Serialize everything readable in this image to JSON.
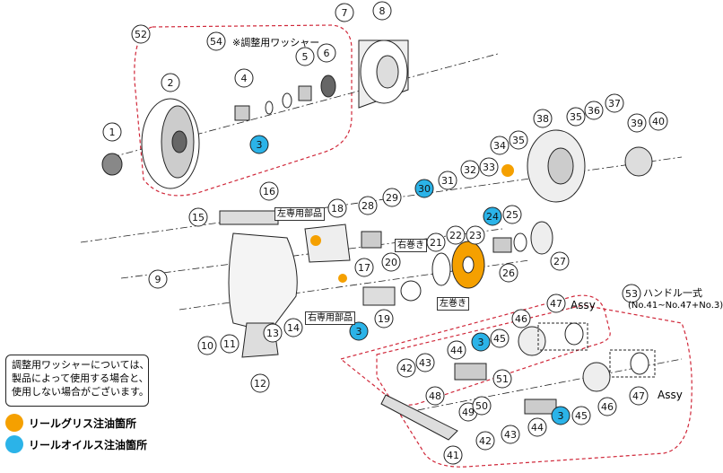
{
  "colors": {
    "grease": "#f5a000",
    "oil": "#2bb3e8",
    "line": "#d0283a",
    "ink": "#222222"
  },
  "labels": {
    "washer_note": "※調整用ワッシャー",
    "left_only": "左専用部品",
    "right_only": "右専用部品",
    "right_hand": "右巻き",
    "left_hand": "左巻き",
    "handle_set": "ハンドル一式",
    "handle_range": "(No.41~No.47+No.3)",
    "assy": "Assy",
    "note_lines": [
      "調整用ワッシャーについては、",
      "製品によって使用する場合と、",
      "使用しない場合がございます。"
    ],
    "legend_grease": "リールグリス注油箇所",
    "legend_oil": "リールオイルス注油箇所"
  },
  "parts": [
    {
      "n": "1",
      "type": "normal"
    },
    {
      "n": "2",
      "type": "normal"
    },
    {
      "n": "3",
      "type": "oil"
    },
    {
      "n": "4",
      "type": "normal"
    },
    {
      "n": "5",
      "type": "normal"
    },
    {
      "n": "6",
      "type": "normal"
    },
    {
      "n": "7",
      "type": "normal"
    },
    {
      "n": "8",
      "type": "normal"
    },
    {
      "n": "9",
      "type": "normal"
    },
    {
      "n": "10",
      "type": "normal"
    },
    {
      "n": "11",
      "type": "normal"
    },
    {
      "n": "12",
      "type": "normal"
    },
    {
      "n": "13",
      "type": "normal"
    },
    {
      "n": "14",
      "type": "normal"
    },
    {
      "n": "15",
      "type": "normal"
    },
    {
      "n": "16",
      "type": "normal"
    },
    {
      "n": "17",
      "type": "normal"
    },
    {
      "n": "18",
      "type": "normal"
    },
    {
      "n": "19",
      "type": "normal"
    },
    {
      "n": "20",
      "type": "normal"
    },
    {
      "n": "21",
      "type": "normal"
    },
    {
      "n": "22",
      "type": "normal"
    },
    {
      "n": "23",
      "type": "normal"
    },
    {
      "n": "24",
      "type": "oil"
    },
    {
      "n": "25",
      "type": "normal"
    },
    {
      "n": "26",
      "type": "normal"
    },
    {
      "n": "27",
      "type": "normal"
    },
    {
      "n": "28",
      "type": "normal"
    },
    {
      "n": "29",
      "type": "normal"
    },
    {
      "n": "30",
      "type": "oil"
    },
    {
      "n": "31",
      "type": "normal"
    },
    {
      "n": "32",
      "type": "normal"
    },
    {
      "n": "33",
      "type": "normal"
    },
    {
      "n": "34",
      "type": "normal"
    },
    {
      "n": "35",
      "type": "normal"
    },
    {
      "n": "35",
      "type": "normal"
    },
    {
      "n": "36",
      "type": "normal"
    },
    {
      "n": "37",
      "type": "normal"
    },
    {
      "n": "38",
      "type": "normal"
    },
    {
      "n": "39",
      "type": "normal"
    },
    {
      "n": "40",
      "type": "normal"
    },
    {
      "n": "3",
      "type": "oil"
    },
    {
      "n": "3",
      "type": "oil"
    },
    {
      "n": "41",
      "type": "normal"
    },
    {
      "n": "42",
      "type": "normal"
    },
    {
      "n": "43",
      "type": "normal"
    },
    {
      "n": "44",
      "type": "normal"
    },
    {
      "n": "45",
      "type": "normal"
    },
    {
      "n": "46",
      "type": "normal"
    },
    {
      "n": "47",
      "type": "normal"
    },
    {
      "n": "48",
      "type": "normal"
    },
    {
      "n": "49",
      "type": "normal"
    },
    {
      "n": "50",
      "type": "normal"
    },
    {
      "n": "51",
      "type": "normal"
    },
    {
      "n": "52",
      "type": "normal"
    },
    {
      "n": "53",
      "type": "normal"
    },
    {
      "n": "54",
      "type": "normal"
    },
    {
      "n": "42",
      "type": "normal"
    },
    {
      "n": "43",
      "type": "normal"
    },
    {
      "n": "44",
      "type": "normal"
    },
    {
      "n": "3",
      "type": "oil"
    },
    {
      "n": "45",
      "type": "normal"
    },
    {
      "n": "46",
      "type": "normal"
    },
    {
      "n": "47",
      "type": "normal"
    }
  ]
}
